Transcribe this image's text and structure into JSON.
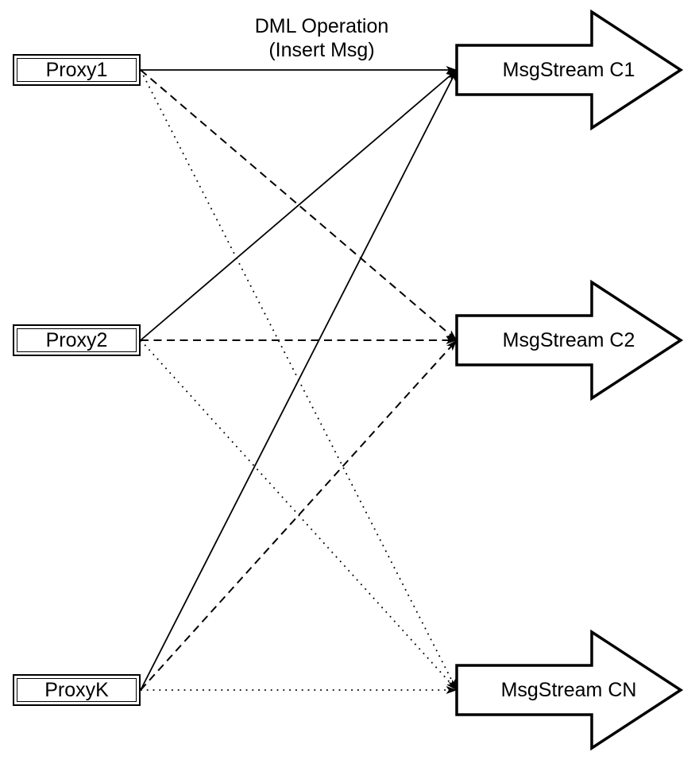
{
  "title_label": {
    "line1": "DML Operation",
    "line2": "(Insert Msg)"
  },
  "proxies": [
    {
      "id": "proxy1",
      "label": "Proxy1"
    },
    {
      "id": "proxy2",
      "label": "Proxy2"
    },
    {
      "id": "proxyk",
      "label": "ProxyK"
    }
  ],
  "streams": [
    {
      "id": "c1",
      "label": "MsgStream C1"
    },
    {
      "id": "c2",
      "label": "MsgStream C2"
    },
    {
      "id": "cn",
      "label": "MsgStream CN"
    }
  ],
  "edges": [
    {
      "from": "proxy1",
      "to": "c1",
      "style": "solid"
    },
    {
      "from": "proxy1",
      "to": "c2",
      "style": "dashed"
    },
    {
      "from": "proxy1",
      "to": "cn",
      "style": "dotted"
    },
    {
      "from": "proxy2",
      "to": "c1",
      "style": "solid"
    },
    {
      "from": "proxy2",
      "to": "c2",
      "style": "dashed"
    },
    {
      "from": "proxy2",
      "to": "cn",
      "style": "dotted"
    },
    {
      "from": "proxyk",
      "to": "c1",
      "style": "solid"
    },
    {
      "from": "proxyk",
      "to": "c2",
      "style": "dashed"
    },
    {
      "from": "proxyk",
      "to": "cn",
      "style": "dotted"
    }
  ],
  "colors": {
    "stroke": "#000000",
    "fill": "#ffffff"
  }
}
